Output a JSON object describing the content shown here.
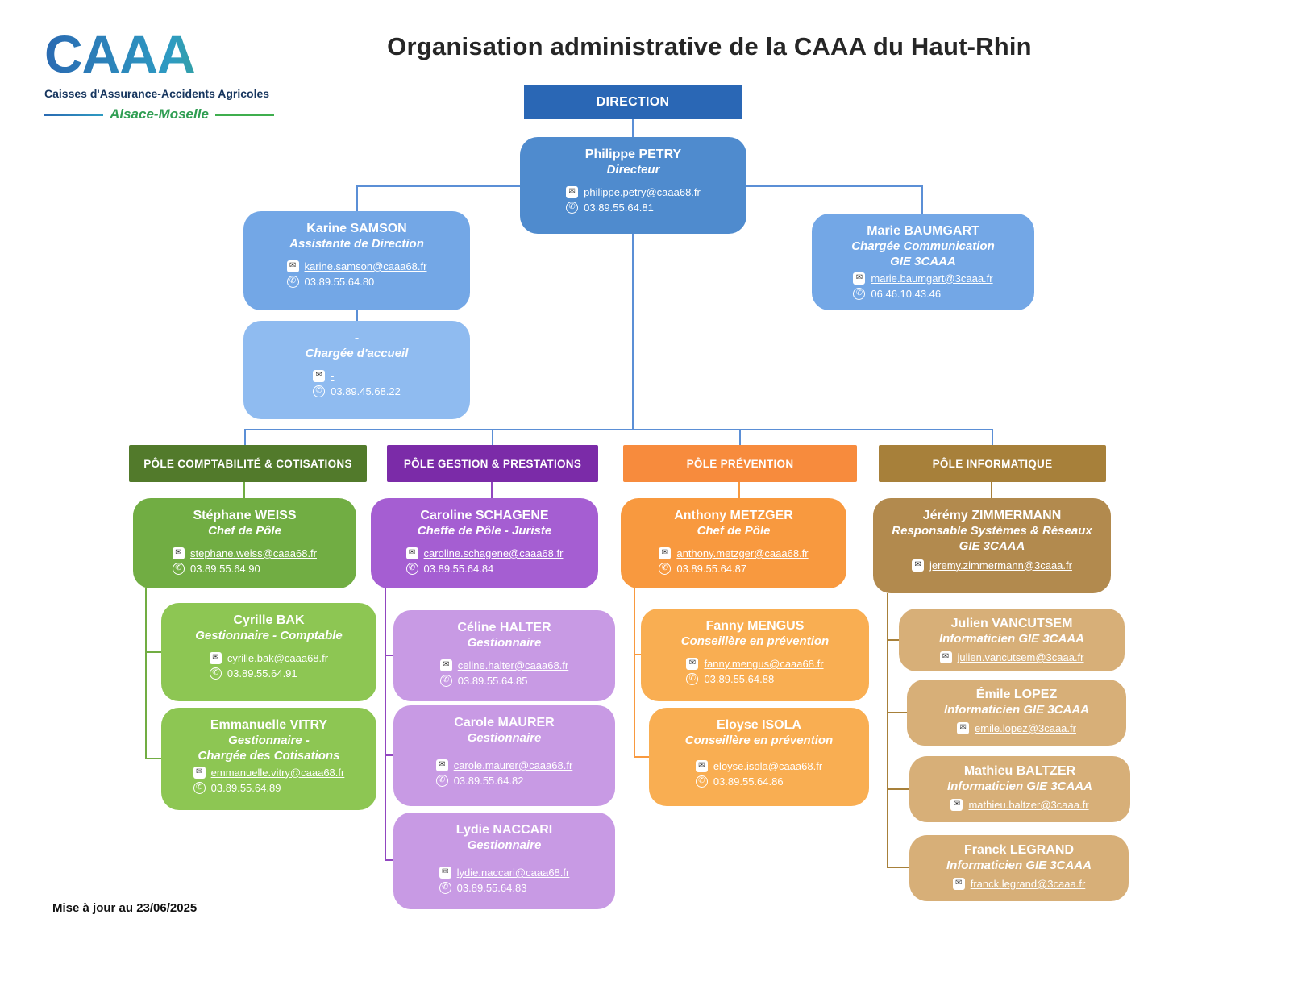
{
  "title": "Organisation administrative de la CAAA du Haut-Rhin",
  "logo": {
    "acronym": "CAAA",
    "subtitle": "Caisses d'Assurance-Accidents Agricoles",
    "region": "Alsace-Moselle"
  },
  "updated": "Mise à jour au 23/06/2025",
  "direction": {
    "label": "DIRECTION",
    "color": "#2a67b5"
  },
  "poles": {
    "compta": {
      "label": "PÔLE COMPTABILITÉ & COTISATIONS",
      "color": "#527a2b"
    },
    "gestion": {
      "label": "PÔLE GESTION & PRESTATIONS",
      "color": "#7b2ba8"
    },
    "prevention": {
      "label": "PÔLE PRÉVENTION",
      "color": "#f78b3d"
    },
    "informatique": {
      "label": "PÔLE INFORMATIQUE",
      "color": "#a7803a"
    }
  },
  "cards": {
    "petry": {
      "name": "Philippe PETRY",
      "role": "Directeur",
      "email": "philippe.petry@caaa68.fr",
      "phone": "03.89.55.64.81",
      "color": "#4f8bce"
    },
    "samson": {
      "name": "Karine SAMSON",
      "role": "Assistante de Direction",
      "email": "karine.samson@caaa68.fr",
      "phone": "03.89.55.64.80",
      "color": "#73a7e6"
    },
    "accueil": {
      "name": "-",
      "role": "Chargée d'accueil",
      "email": "-",
      "phone": "03.89.45.68.22",
      "color": "#8fbbf0"
    },
    "baumgart": {
      "name": "Marie BAUMGART",
      "role": "Chargée Communication\nGIE 3CAAA",
      "email": "marie.baumgart@3caaa.fr",
      "phone": "06.46.10.43.46",
      "color": "#73a7e6"
    },
    "weiss": {
      "name": "Stéphane WEISS",
      "role": "Chef de Pôle",
      "email": "stephane.weiss@caaa68.fr",
      "phone": "03.89.55.64.90",
      "color": "#71ad43"
    },
    "bak": {
      "name": "Cyrille BAK",
      "role": "Gestionnaire - Comptable",
      "email": "cyrille.bak@caaa68.fr",
      "phone": "03.89.55.64.91",
      "color": "#8dc653"
    },
    "vitry": {
      "name": "Emmanuelle VITRY",
      "role": "Gestionnaire -\nChargée des Cotisations",
      "email": "emmanuelle.vitry@caaa68.fr",
      "phone": "03.89.55.64.89",
      "color": "#8dc653"
    },
    "schagene": {
      "name": "Caroline SCHAGENE",
      "role": "Cheffe de Pôle - Juriste",
      "email": "caroline.schagene@caaa68.fr",
      "phone": "03.89.55.64.84",
      "color": "#a55ed2"
    },
    "halter": {
      "name": "Céline HALTER",
      "role": "Gestionnaire",
      "email": "celine.halter@caaa68.fr",
      "phone": "03.89.55.64.85",
      "color": "#c89ae4"
    },
    "maurer": {
      "name": "Carole MAURER",
      "role": "Gestionnaire",
      "email": "carole.maurer@caaa68.fr",
      "phone": "03.89.55.64.82",
      "color": "#c89ae4"
    },
    "naccari": {
      "name": "Lydie NACCARI",
      "role": "Gestionnaire",
      "email": "lydie.naccari@caaa68.fr",
      "phone": "03.89.55.64.83",
      "color": "#c89ae4"
    },
    "metzger": {
      "name": "Anthony METZGER",
      "role": "Chef de Pôle",
      "email": "anthony.metzger@caaa68.fr",
      "phone": "03.89.55.64.87",
      "color": "#f8993f"
    },
    "mengus": {
      "name": "Fanny MENGUS",
      "role": "Conseillère en prévention",
      "email": "fanny.mengus@caaa68.fr",
      "phone": "03.89.55.64.88",
      "color": "#f9ae52"
    },
    "isola": {
      "name": "Eloyse ISOLA",
      "role": "Conseillère en prévention",
      "email": "eloyse.isola@caaa68.fr",
      "phone": "03.89.55.64.86",
      "color": "#f9ae52"
    },
    "zimmermann": {
      "name": "Jérémy ZIMMERMANN",
      "role": "Responsable Systèmes & Réseaux\nGIE 3CAAA",
      "email": "jeremy.zimmermann@3caaa.fr",
      "color": "#b28a4e"
    },
    "vancutsem": {
      "name": "Julien VANCUTSEM",
      "role": "Informaticien GIE 3CAAA",
      "email": "julien.vancutsem@3caaa.fr",
      "color": "#d7af78"
    },
    "lopez": {
      "name": "Émile LOPEZ",
      "role": "Informaticien GIE 3CAAA",
      "email": "emile.lopez@3caaa.fr",
      "color": "#d7af78"
    },
    "baltzer": {
      "name": "Mathieu BALTZER",
      "role": "Informaticien GIE 3CAAA",
      "email": "mathieu.baltzer@3caaa.fr",
      "color": "#d7af78"
    },
    "legrand": {
      "name": "Franck LEGRAND",
      "role": "Informaticien GIE 3CAAA",
      "email": "franck.legrand@3caaa.fr",
      "color": "#d7af78"
    }
  }
}
